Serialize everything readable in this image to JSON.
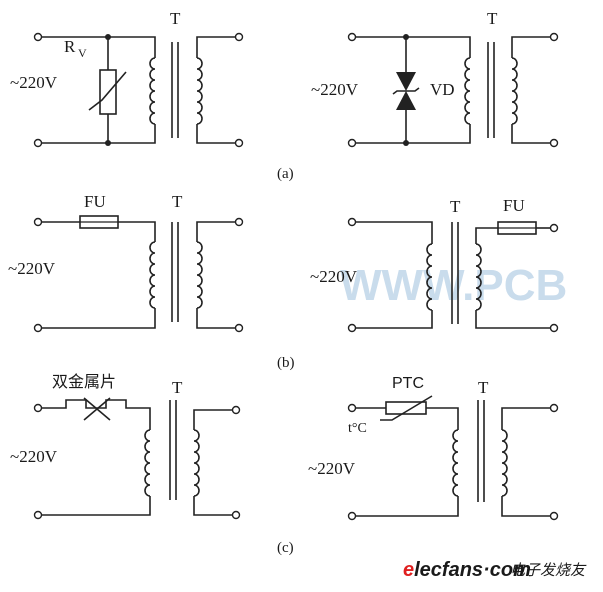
{
  "watermark": "WWW.PCB",
  "footer": {
    "site": "elecfans",
    "dot": "·",
    "tld": "com",
    "cn_name": "电子发烧友",
    "colors": {
      "e": "#e02020",
      "rest": "#1a1a1a"
    }
  },
  "captions": {
    "a": "(a)",
    "b": "(b)",
    "c": "(c)"
  },
  "labels": {
    "transformer": "T",
    "voltage": "~220V",
    "varistor_r": "R",
    "varistor_sub": "V",
    "tvs": "VD",
    "fuse": "FU",
    "bimetal": "双金属片",
    "ptc": "PTC",
    "ptc_temp": "t°C"
  }
}
